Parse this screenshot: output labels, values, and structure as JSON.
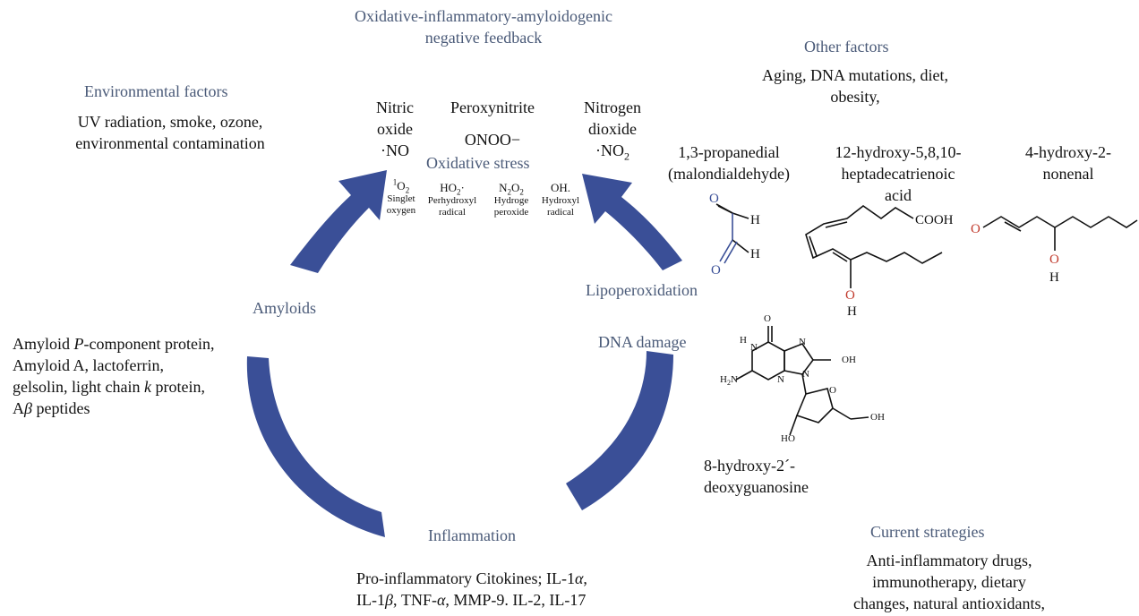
{
  "title": {
    "line1": "Oxidative-inflammatory-amyloidogenic",
    "line2": "negative feedback"
  },
  "environmental": {
    "heading": "Environmental factors",
    "line1": "UV radiation, smoke, ozone,",
    "line2": "environmental contamination"
  },
  "other": {
    "heading": "Other factors",
    "line1": "Aging, DNA mutations, diet,",
    "line2": "obesity,"
  },
  "nitric_oxide": {
    "line1": "Nitric",
    "line2": "oxide",
    "formula": "·NO"
  },
  "peroxynitrite": {
    "line1": "Peroxynitrite",
    "formula": "ONOO−"
  },
  "nitrogen_dioxide": {
    "line1": "Nitrogen",
    "line2": "dioxide",
    "formula": "·NO",
    "sub": "2"
  },
  "oxidative_stress": "Oxidative stress",
  "radicals": {
    "singlet": {
      "sup": "1",
      "formula": "O",
      "sub": "2",
      "line1": "Singlet",
      "line2": "oxygen"
    },
    "perhydroxyl": {
      "formula": "HO",
      "sub": "2",
      "dot": "·",
      "line1": "Perhydroxyl",
      "line2": "radical"
    },
    "hydrogen_peroxide": {
      "formula": "N",
      "sub": "2",
      "formula2": "O",
      "sub2": "2",
      "line1": "Hydroge",
      "line2": "peroxide"
    },
    "hydroxyl": {
      "formula": "OH.",
      "line1": "Hydroxyl",
      "line2": "radical"
    }
  },
  "molecules": {
    "malondialdehyde": {
      "line1": "1,3-propanedial",
      "line2": "(malondialdehyde)",
      "atom_o": "O",
      "atom_h": "H"
    },
    "hete": {
      "line1": "12-hydroxy-5,8,10-",
      "line2": "heptadecatrienoic",
      "line3": "acid",
      "cooh": "COOH",
      "atom_o": "O",
      "atom_h": "H"
    },
    "hne": {
      "line1": "4-hydroxy-2-",
      "line2": "nonenal",
      "atom_o": "O",
      "atom_h": "H"
    },
    "ohdg": {
      "line1": "8-hydroxy-2´-",
      "line2": "deoxyguanosine",
      "atoms": {
        "o_top": "O",
        "h": "H",
        "n1": "N",
        "n2": "N",
        "n3": "N",
        "n4": "N",
        "n5": "N",
        "oh1": "OH",
        "oh2": "OH",
        "ho": "HO",
        "h2n": "H",
        "h2n_sub": "2",
        "h2n_n": "N",
        "o_ring": "O"
      }
    }
  },
  "cycle": {
    "lipoperoxidation": "Lipoperoxidation",
    "dna_damage": "DNA damage",
    "amyloids": "Amyloids",
    "inflammation": "Inflammation"
  },
  "amyloids_list": {
    "line1a": "Amyloid ",
    "line1b": "P",
    "line1c": "-component protein,",
    "line2": "Amyloid A, lactoferrin,",
    "line3a": "gelsolin, light chain ",
    "line3b": "k",
    "line3c": " protein,",
    "line4a": "A",
    "line4b": "β",
    "line4c": " peptides"
  },
  "inflammation_list": {
    "line1a": "Pro-inflammatory Citokines; IL-1",
    "line1b": "α",
    "line1c": ",",
    "line2a": "IL-1",
    "line2b": "β",
    "line2c": ", TNF-",
    "line2d": "α",
    "line2e": ", MMP-9. IL-2, IL-17"
  },
  "strategies": {
    "heading": "Current strategies",
    "line1": "Anti-inflammatory drugs,",
    "line2": "immunotherapy, dietary",
    "line3": "changes, natural antioxidants,"
  },
  "colors": {
    "arrow": "#3a4f97",
    "heading": "#4a5a78",
    "oxygen_red": "#c0392b",
    "oxygen_blue": "#3a4f97"
  }
}
